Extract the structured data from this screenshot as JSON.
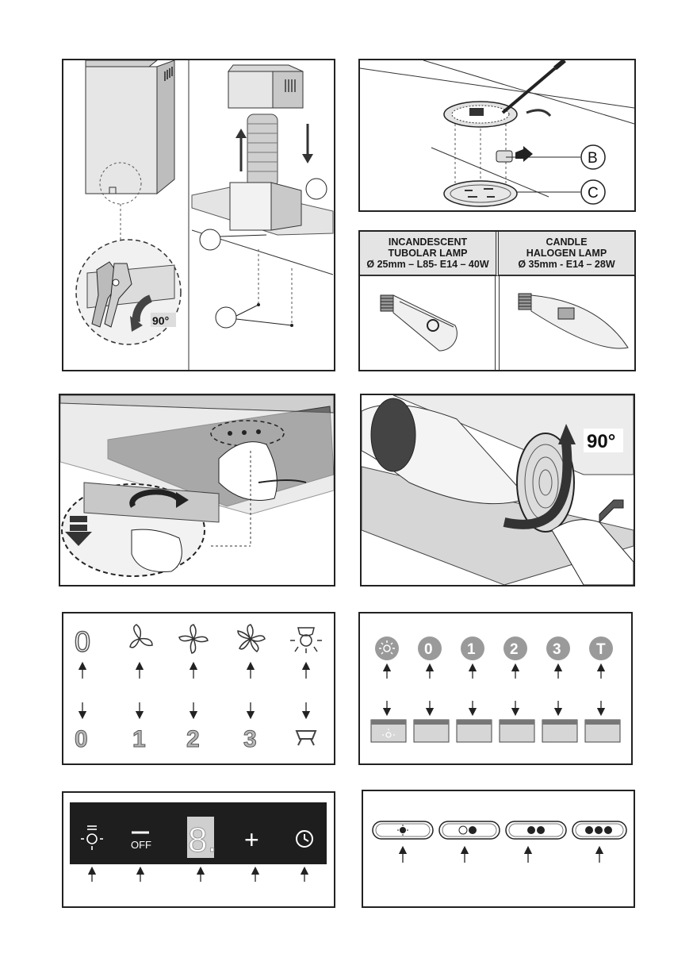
{
  "figure1": {
    "angle_label": "90°"
  },
  "figure2": {
    "callouts": [
      "B",
      "C"
    ]
  },
  "lamp_table": {
    "columns": [
      {
        "lines": [
          "INCANDESCENT",
          "TUBOLAR LAMP",
          "Ø 25mm – L85- E14 – 40W"
        ]
      },
      {
        "lines": [
          "CANDLE",
          "HALOGEN LAMP",
          "Ø 35mm - E14 – 28W"
        ]
      }
    ]
  },
  "figure4": {
    "angle_label": "90°"
  },
  "panel_a": {
    "top_symbols": [
      "0"
    ],
    "bottom_labels": [
      "0",
      "1",
      "2",
      "3"
    ]
  },
  "panel_b": {
    "buttons": [
      "0",
      "1",
      "2",
      "3",
      "T"
    ]
  },
  "panel_c": {
    "off_label": "OFF",
    "display_digit": "8.",
    "plus_label": "+"
  },
  "colors": {
    "outline": "#222222",
    "gray_button": "#9a9a9a",
    "dark_panel": "#1e1e1e",
    "table_header": "#e4e4e4"
  }
}
